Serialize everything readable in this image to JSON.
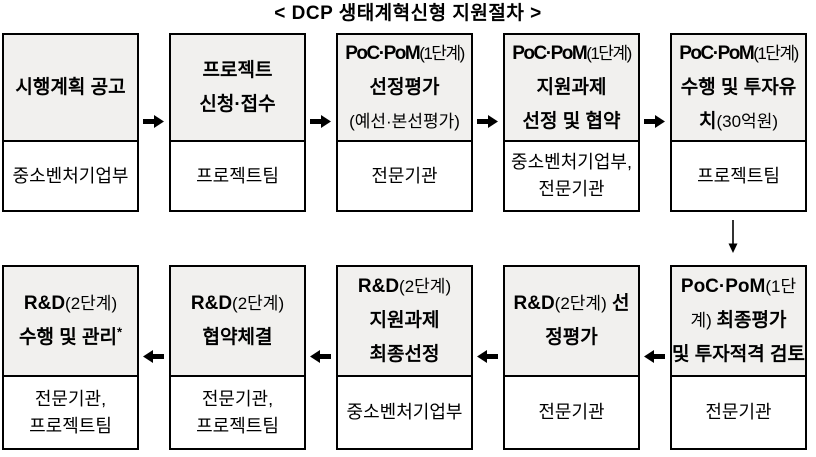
{
  "title": "< DCP 생태계혁신형 지원절차 >",
  "colors": {
    "box_header_bg": "#f1f0ee",
    "border": "#000000",
    "arrow": "#000000"
  },
  "icons": {
    "row1_connector": "arrow-right-icon",
    "row2_connector": "arrow-left-icon",
    "between_rows_connector": "arrow-down-icon"
  },
  "rows": [
    {
      "direction": "right",
      "boxes": [
        {
          "header": [
            [
              {
                "t": "시행계획 공고",
                "b": true
              }
            ]
          ],
          "body": [
            "중소벤처기업부"
          ]
        },
        {
          "header": [
            [
              {
                "t": "프로젝트",
                "b": true
              }
            ],
            [
              {
                "t": "신청·접수",
                "b": true
              }
            ]
          ],
          "body": [
            "프로젝트팀"
          ]
        },
        {
          "header": [
            [
              {
                "t": "PoC·PoM",
                "b": true
              },
              {
                "t": "(1단계)",
                "b": false
              }
            ],
            [
              {
                "t": "선정평가",
                "b": true
              }
            ],
            [
              {
                "t": "(예선·본선평가)",
                "b": false
              }
            ]
          ],
          "body": [
            "전문기관"
          ]
        },
        {
          "header": [
            [
              {
                "t": "PoC·PoM",
                "b": true
              },
              {
                "t": "(1단계)",
                "b": false
              }
            ],
            [
              {
                "t": "지원과제",
                "b": true
              }
            ],
            [
              {
                "t": "선정 및 협약",
                "b": true
              }
            ]
          ],
          "body": [
            "중소벤처기업부,",
            "전문기관"
          ]
        },
        {
          "header": [
            [
              {
                "t": "PoC·PoM",
                "b": true
              },
              {
                "t": "(1단계)",
                "b": false
              }
            ],
            [
              {
                "t": "수행 및 투자유",
                "b": true
              }
            ],
            [
              {
                "t": "치",
                "b": true
              },
              {
                "t": "(30억원)",
                "b": false
              }
            ]
          ],
          "body": [
            "프로젝트팀"
          ]
        }
      ]
    },
    {
      "direction": "left",
      "boxes": [
        {
          "header": [
            [
              {
                "t": "R&D",
                "b": true
              },
              {
                "t": "(2단계)",
                "b": false
              }
            ],
            [
              {
                "t": "수행 및 관리",
                "b": true
              },
              {
                "t": "*",
                "b": true,
                "sup": true
              }
            ]
          ],
          "body": [
            "전문기관,",
            "프로젝트팀"
          ]
        },
        {
          "header": [
            [
              {
                "t": "R&D",
                "b": true
              },
              {
                "t": "(2단계)",
                "b": false
              }
            ],
            [
              {
                "t": "협약체결",
                "b": true
              }
            ]
          ],
          "body": [
            "전문기관,",
            "프로젝트팀"
          ]
        },
        {
          "header": [
            [
              {
                "t": "R&D",
                "b": true
              },
              {
                "t": "(2단계)",
                "b": false
              }
            ],
            [
              {
                "t": "지원과제",
                "b": true
              }
            ],
            [
              {
                "t": "최종선정",
                "b": true
              }
            ]
          ],
          "body": [
            "중소벤처기업부"
          ]
        },
        {
          "header": [
            [
              {
                "t": "R&D",
                "b": true
              },
              {
                "t": "(2단계)",
                "b": false
              },
              {
                "t": " 선",
                "b": true
              }
            ],
            [
              {
                "t": "정평가",
                "b": true
              }
            ]
          ],
          "body": [
            "전문기관"
          ]
        },
        {
          "header": [
            [
              {
                "t": "PoC·PoM",
                "b": true
              },
              {
                "t": "(1단",
                "b": false
              }
            ],
            [
              {
                "t": "계) ",
                "b": false
              },
              {
                "t": "최종평가",
                "b": true
              }
            ],
            [
              {
                "t": "및 투자적격 검토",
                "b": true
              }
            ]
          ],
          "body": [
            "전문기관"
          ]
        }
      ]
    }
  ]
}
